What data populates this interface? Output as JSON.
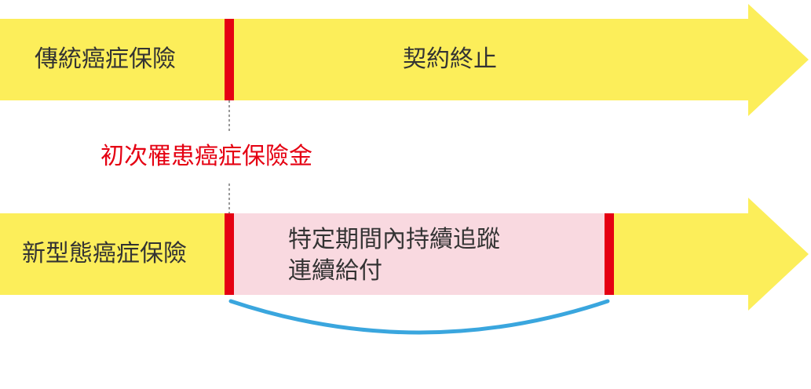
{
  "colors": {
    "arrow_fill": "#fcee5a",
    "marker_red": "#e50012",
    "highlight_pink": "#f9d9e0",
    "bracket_blue": "#3aa6de",
    "text_dark": "#333333"
  },
  "traditional": {
    "label": "傳統癌症保險",
    "outcome": "契約終止"
  },
  "event": {
    "label": "初次罹患癌症保險金"
  },
  "new_type": {
    "label": "新型態癌症保險",
    "benefit_line1": "特定期間內持續追蹤",
    "benefit_line2": "連續給付"
  }
}
